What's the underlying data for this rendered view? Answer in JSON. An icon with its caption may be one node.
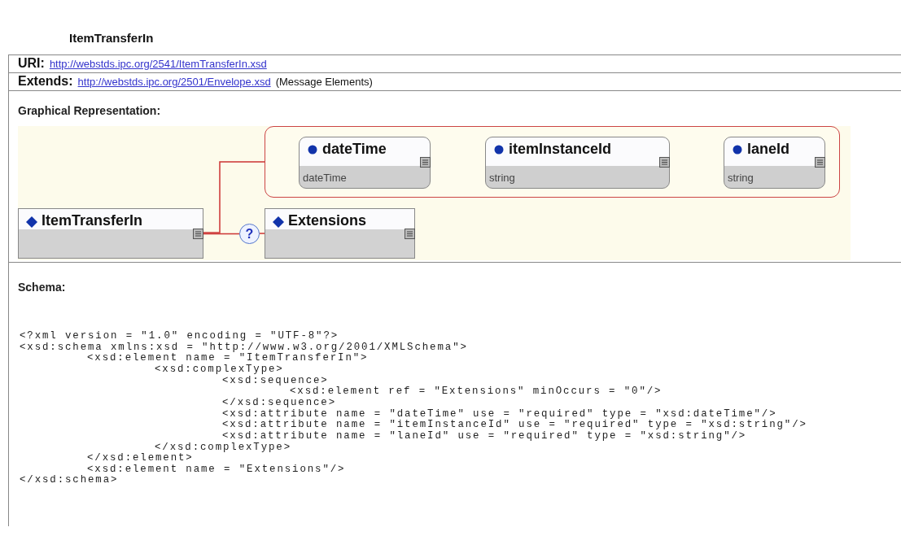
{
  "diagram": {
    "title": "ItemTransferIn",
    "nodes": [
      {
        "text": [],
        "shape": "box"
      },
      {
        "text": [
          "dateTime",
          "dateTime"
        ],
        "in": 0
      },
      {
        "text": [
          "itemInstanceId",
          "string"
        ],
        "in": 0
      },
      {
        "text": [
          "laneId",
          "string"
        ],
        "in": 0
      },
      {
        "text": [
          "ItemTransferIn"
        ]
      },
      {
        "text": [
          "?"
        ]
      },
      {
        "text": [
          "Extensions"
        ]
      }
    ],
    "edges": [
      {
        "from": 4,
        "to": 0,
        "arrow": "none",
        "color": "#cc3333"
      },
      {
        "from": 4,
        "to": 5,
        "arrow": "none",
        "color": "#cc3333"
      },
      {
        "from": 5,
        "to": 6,
        "arrow": "none",
        "color": "#cc3333"
      }
    ],
    "labels": [
      "URI:",
      "http://webstds.ipc.org/2541/ItemTransferIn.xsd",
      "Extends:",
      "http://webstds.ipc.org/2501/Envelope.xsd",
      "(Message Elements)",
      "Graphical Representation:",
      "Schema:",
      "<?xml version = \"1.0\" encoding = \"UTF-8\"?>",
      "<xsd:schema xmlns:xsd = \"http://www.w3.org/2001/XMLSchema\">",
      "<xsd:element name = \"ItemTransferIn\">",
      "<xsd:complexType>",
      "<xsd:sequence>",
      "<xsd:element ref = \"Extensions\" minOccurs = \"0\"/>",
      "</xsd:sequence>",
      "<xsd:attribute name = \"dateTime\" use = \"required\" type = \"xsd:dateTime\"/>",
      "<xsd:attribute name = \"itemInstanceId\" use = \"required\" type = \"xsd:string\"/>",
      "<xsd:attribute name = \"laneId\" use = \"required\" type = \"xsd:string\"/>",
      "</xsd:complexType>",
      "</xsd:element>",
      "<xsd:element name = \"Extensions\"/>",
      "</xsd:schema>"
    ]
  }
}
